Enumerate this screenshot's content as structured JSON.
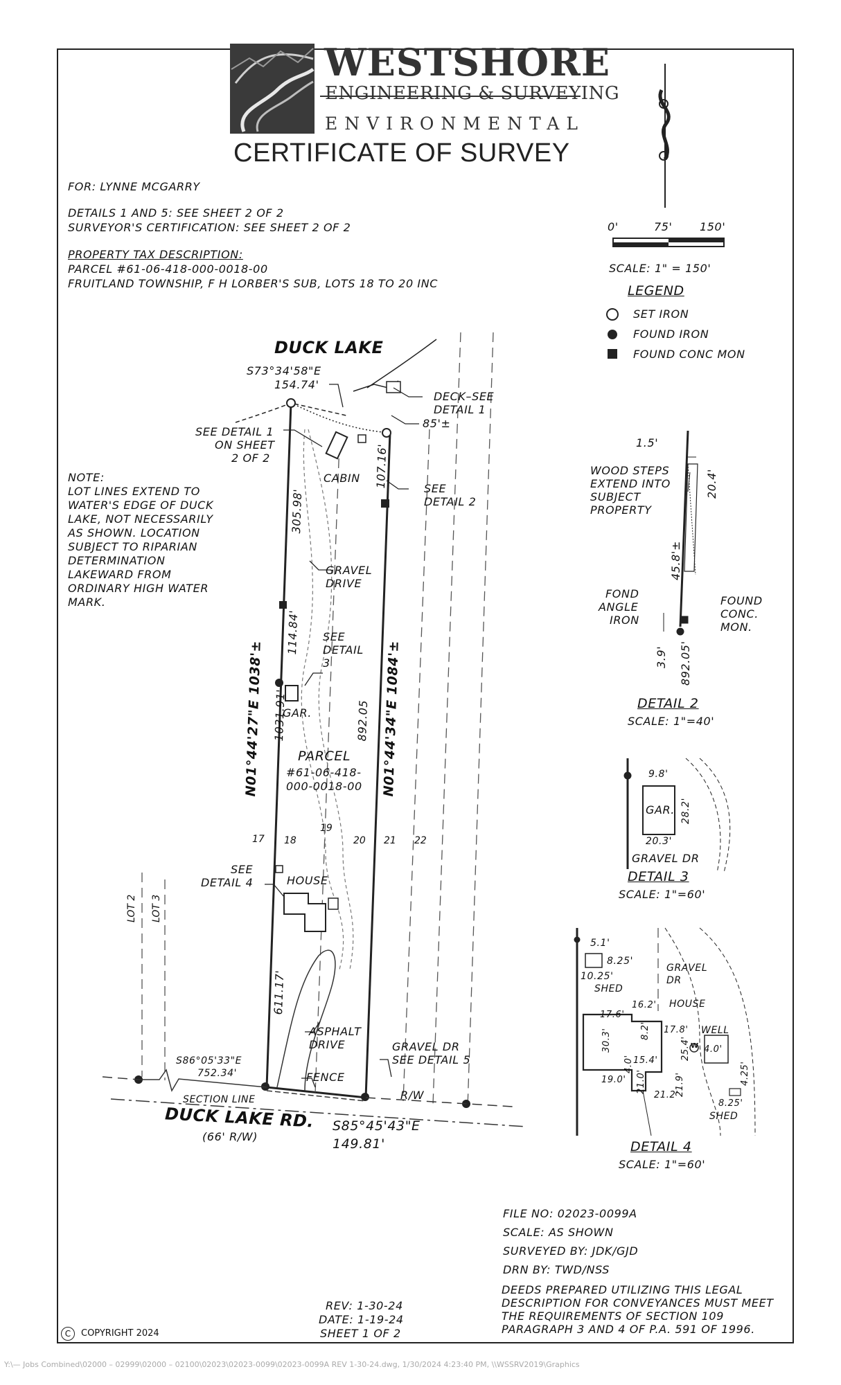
{
  "brand": {
    "name": "WESTSHORE",
    "line2": "ENGINEERING & SURVEYING",
    "line3": "ENVIRONMENTAL",
    "doc_title": "CERTIFICATE OF SURVEY"
  },
  "info": {
    "for": "FOR:  LYNNE MCGARRY",
    "details": "DETAILS 1 AND 5:  SEE SHEET 2 OF 2",
    "surveyor_cert": "SURVEYOR'S CERTIFICATION:  SEE SHEET 2 OF 2",
    "tax_heading": "PROPERTY TAX DESCRIPTION:",
    "parcel": "PARCEL #61-06-418-000-0018-00",
    "township": "FRUITLAND TOWNSHIP, F H LORBER'S SUB, LOTS 18 TO 20 INC"
  },
  "scale_bar": {
    "t0": "0'",
    "t1": "75'",
    "t2": "150'",
    "label": "SCALE:  1\" = 150'"
  },
  "legend": {
    "title": "LEGEND",
    "items": [
      "SET IRON",
      "FOUND IRON",
      "FOUND CONC MON"
    ]
  },
  "note": {
    "lines": [
      "NOTE:",
      "LOT LINES EXTEND TO",
      "WATER'S EDGE OF DUCK",
      "LAKE, NOT NECESSARILY",
      "AS SHOWN. LOCATION",
      "SUBJECT TO RIPARIAN",
      "DETERMINATION",
      "LAKEWARD FROM",
      "ORDINARY HIGH WATER",
      "MARK."
    ]
  },
  "map": {
    "duck_lake": "DUCK LAKE",
    "bearing_top": "S73°34'58\"E",
    "dist_top": "154.74'",
    "deck_l1": "DECK–SEE",
    "deck_l2": "DETAIL 1",
    "dist_85": "85'±",
    "see_d1_l1": "SEE DETAIL 1",
    "see_d1_l2": "ON SHEET",
    "see_d1_l3": "2 OF 2",
    "cabin": "CABIN",
    "see_d2_l1": "SEE",
    "see_d2_l2": "DETAIL 2",
    "d_305": "305.98'",
    "d_107": "107.16'",
    "gravel_drive_l1": "GRAVEL",
    "gravel_drive_l2": "DRIVE",
    "d_114": "114.84'",
    "see_d3_l1": "SEE",
    "see_d3_l2": "DETAIL",
    "see_d3_l3": "3",
    "gar": "GAR.",
    "west_bearing": "N01°44'27\"E 1038'±",
    "d_1031": "1031.91'",
    "east_bearing": "N01°44'34\"E 1084'±",
    "d_892": "892.05",
    "parcel_l1": "PARCEL",
    "parcel_l2": "#61-06-418-",
    "parcel_l3": "000-0018-00",
    "lot_numbers": [
      "17",
      "18",
      "19",
      "20",
      "21",
      "22"
    ],
    "lot2": "LOT 2",
    "lot3": "LOT 3",
    "see_d4_l1": "SEE",
    "see_d4_l2": "DETAIL 4",
    "house": "HOUSE",
    "d_611": "611.17'",
    "asphalt_l1": "ASPHALT",
    "asphalt_l2": "DRIVE",
    "gravel_dr_l1": "GRAVEL DR",
    "gravel_dr_l2": "SEE DETAIL 5",
    "bearing_sw": "S86°05'33\"E",
    "dist_sw": "752.34'",
    "fence": "FENCE",
    "rw": "R/W",
    "section_line": "SECTION LINE",
    "road": "DUCK LAKE RD.",
    "road_rw": "(66' R/W)",
    "bearing_bottom": "S85°45'43\"E",
    "dist_bottom": "149.81'"
  },
  "detail2": {
    "d_15": "1.5'",
    "wood_l1": "WOOD STEPS",
    "wood_l2": "EXTEND INTO",
    "wood_l3": "SUBJECT",
    "wood_l4": "PROPERTY",
    "d_204": "20.4'",
    "d_458": "45.8'±",
    "fond_l1": "FOND",
    "fond_l2": "ANGLE",
    "fond_l3": "IRON",
    "found_l1": "FOUND",
    "found_l2": "CONC.",
    "found_l3": "MON.",
    "d_39": "3.9'",
    "d_89205": "892.05'",
    "title": "DETAIL 2",
    "scale": "SCALE:  1\"=40'"
  },
  "detail3": {
    "d_98": "9.8'",
    "gar": "GAR.",
    "d_282": "28.2'",
    "d_203": "20.3'",
    "gravel": "GRAVEL DR",
    "title": "DETAIL 3",
    "scale": "SCALE:  1\"=60'"
  },
  "detail4": {
    "d_51": "5.1'",
    "d_825a": "8.25'",
    "d_1025": "10.25'",
    "shed": "SHED",
    "gravel_l1": "GRAVEL",
    "gravel_l2": "DR",
    "d_176": "17.6'",
    "d_162": "16.2'",
    "house": "HOUSE",
    "d_303": "30.3'",
    "d_82": "8.2'",
    "d_178": "17.8'",
    "well": "WELL",
    "w": "W",
    "d_254": "25.4'",
    "d_40a": "4.0'",
    "d_40b": "4.0'",
    "d_154": "15.4'",
    "d_190": "19.0'",
    "d_210": "21.0'",
    "d_212": "21.2'",
    "d_219": "21.9'",
    "d_425": "4.25'",
    "d_825b": "8.25'",
    "shed2": "SHED",
    "title": "DETAIL 4",
    "scale": "SCALE:  1\"=60'"
  },
  "fileinfo": {
    "file_no": "FILE NO:  02023-0099A",
    "scale": "SCALE:  AS SHOWN",
    "surveyed": "SURVEYED BY:  JDK/GJD",
    "drn": "DRN BY:  TWD/NSS",
    "deeds": [
      "DEEDS PREPARED UTILIZING THIS LEGAL",
      "DESCRIPTION FOR CONVEYANCES MUST MEET",
      "THE REQUIREMENTS OF SECTION 109",
      "PARAGRAPH 3 AND 4 OF P.A. 591 OF 1996."
    ]
  },
  "revision": {
    "rev": "REV:  1-30-24",
    "date": "DATE:  1-19-24",
    "sheet": "SHEET  1  OF  2"
  },
  "copyright": {
    "symbol": "C",
    "text": "COPYRIGHT  2024"
  },
  "footer_path": "Y:\\— Jobs Combined\\02000 – 02999\\02000 – 02100\\02023\\02023-0099\\02023-0099A REV 1-30-24.dwg, 1/30/2024 4:23:40 PM, \\\\WSSRV2019\\Graphics"
}
